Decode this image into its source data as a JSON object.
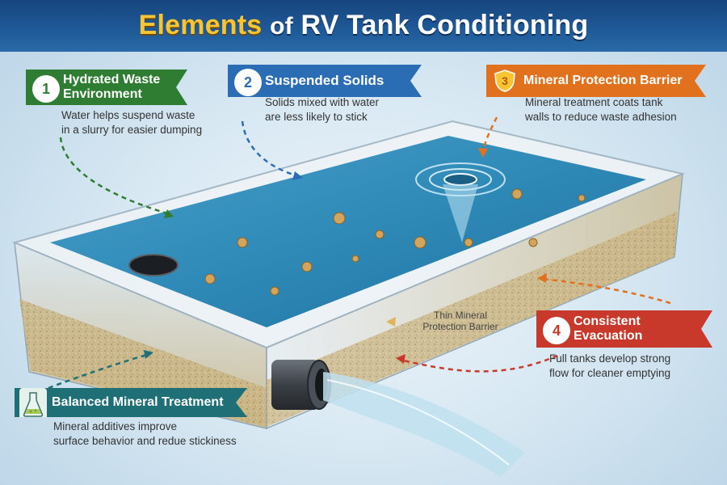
{
  "title": {
    "part1": "Elements",
    "part2": "of",
    "part3": "RV Tank Conditioning"
  },
  "elements": [
    {
      "number": "1",
      "title_line1": "Hydrated Waste",
      "title_line2": "Environment",
      "desc_line1": "Water helps suspend waste",
      "desc_line2": "in a slurry for easier dumping",
      "color": "#2e7d32"
    },
    {
      "number": "2",
      "title_line1": "Suspended Solids",
      "desc_line1": "Solids mixed with water",
      "desc_line2": "are less likely to stick",
      "color": "#2a6db5"
    },
    {
      "number": "3",
      "title_line1": "Mineral Protection Barrier",
      "desc_line1": "Mineral treatment coats tank",
      "desc_line2": "walls to reduce waste adhesion",
      "color": "#e2711d"
    },
    {
      "number": "4",
      "title_line1": "Consistent",
      "title_line2": "Evacuation",
      "desc_line1": "Full tanks develop strong",
      "desc_line2": "flow for cleaner emptying",
      "color": "#c8392b"
    }
  ],
  "balanced": {
    "title": "Balanced Mineral Treatment",
    "desc_line1": "Mineral additives improve",
    "desc_line2": "surface behavior and redue stickiness",
    "color": "#1f6f77"
  },
  "barrier_label": {
    "line1": "Thin Mineral",
    "line2": "Protection Barrier"
  },
  "icons": [
    "shield-icon",
    "flask-icon",
    "drain-valve-icon",
    "vortex-icon"
  ]
}
